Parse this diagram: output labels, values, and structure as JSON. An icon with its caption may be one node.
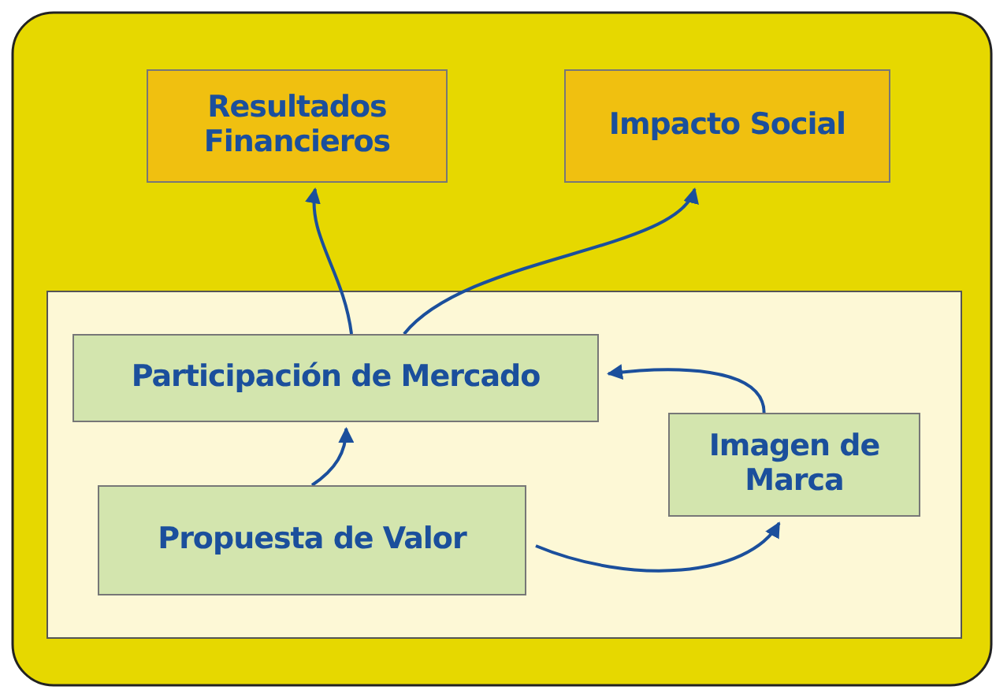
{
  "diagram": {
    "nodes": [
      {
        "text": [
          "Resultados Financieros"
        ]
      },
      {
        "text": [
          "Impacto Social"
        ]
      },
      {
        "text": [
          "Participación de Mercado"
        ]
      },
      {
        "text": [
          "Imagen de Marca"
        ]
      },
      {
        "text": [
          "Propuesta de Valor"
        ]
      }
    ],
    "edges": [
      {
        "from": 2,
        "to": 0,
        "arrow": "to"
      },
      {
        "from": 2,
        "to": 1,
        "arrow": "to"
      },
      {
        "from": 4,
        "to": 2,
        "arrow": "to"
      },
      {
        "from": 4,
        "to": 3,
        "arrow": "to"
      },
      {
        "from": 3,
        "to": 2,
        "arrow": "to"
      }
    ]
  }
}
